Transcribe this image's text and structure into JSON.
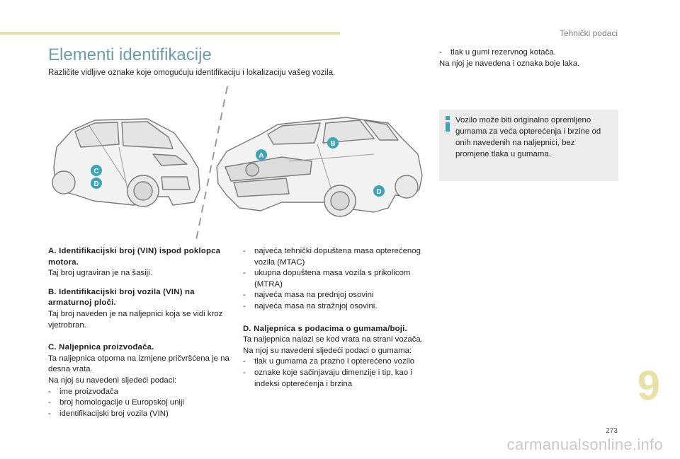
{
  "header": {
    "section": "Tehnički podaci"
  },
  "page": {
    "title": "Elementi identifikacije",
    "intro": "Različite vidljive oznake koje omogućuju identifikaciju i lokalizaciju vašeg vozila.",
    "chapter": "9",
    "number": "273"
  },
  "figure": {
    "markers": [
      "A",
      "B",
      "C",
      "D",
      "D"
    ],
    "marker_color": "#3fa3b8"
  },
  "items": {
    "a_title": "A. Identifikacijski broj (VIN) ispod poklopca motora.",
    "a_text": "Taj broj ugraviran je na šasiji.",
    "b_title": "B. Identifikacijski broj vozila (VIN) na armaturnoj ploči.",
    "b_text": "Taj broj naveden je na naljepnici koja se vidi kroz vjetrobran.",
    "c_title": "C. Naljepnica proizvođača.",
    "c_text1": "Ta naljepnica otporna na izmjene pričvršćena je na desna vrata.",
    "c_text2": "Na njoj su navedeni sljedeći podaci:",
    "c_list": [
      "ime proizvođača",
      "broj homologacije u Europskoj uniji",
      "identifikacijski broj vozila (VIN)"
    ],
    "c_list2": [
      "najveća tehnički dopuštena masa opterećenog vozila (MTAC)",
      "ukupna dopuštena masa vozila s prikolicom (MTRA)",
      "najveća masa na prednjoj osovini",
      "najveća masa na stražnjoj osovini."
    ],
    "d_title": "D. Naljepnica s podacima o gumama/boji.",
    "d_text1": "Ta naljepnica nalazi se kod vrata na strani vozača.",
    "d_text2": "Na njoj su navedeni sljedeći podaci o gumama:",
    "d_list": [
      "tlak u gumama za prazno i opterećeno vozilo",
      "oznake koje sačinjavaju dimenzije i tip, kao i indeksi opterećenja i brzina",
      "tlak u gumi rezervnog kotača."
    ],
    "d_text3": "Na njoj je navedena i oznaka boje laka."
  },
  "info": {
    "text": "Vozilo može biti originalno opremljeno gumama za veća opterećenja i brzine od onih navedenih na naljepnici, bez promjene tlaka u gumama."
  },
  "footer": {
    "watermark": "carmanualsonline.info"
  }
}
